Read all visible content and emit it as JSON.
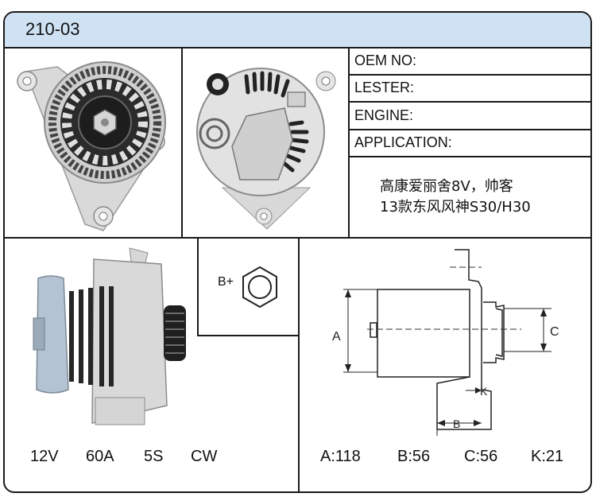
{
  "header": {
    "title": "210-03"
  },
  "info_fields": {
    "oem": "OEM NO:",
    "lester": "LESTER:",
    "engine": "ENGINE:",
    "application": "APPLICATION:",
    "application_value_line1": "高康爱丽舍8V，帅客",
    "application_value_line2": "13款东风风神S30/H30"
  },
  "terminal": {
    "label": "B+"
  },
  "electrical_specs": {
    "voltage": "12V",
    "current": "60A",
    "pulley": "5S",
    "rotation": "CW"
  },
  "dimensions": {
    "A_label": "A",
    "B_label": "B",
    "C_label": "C",
    "K_label": "K",
    "A": "A:118",
    "B": "B:56",
    "C": "C:56",
    "K": "K:21"
  },
  "images": {
    "front_view": "alternator-front-photo",
    "rear_view": "alternator-rear-photo",
    "side_view": "alternator-side-photo"
  }
}
